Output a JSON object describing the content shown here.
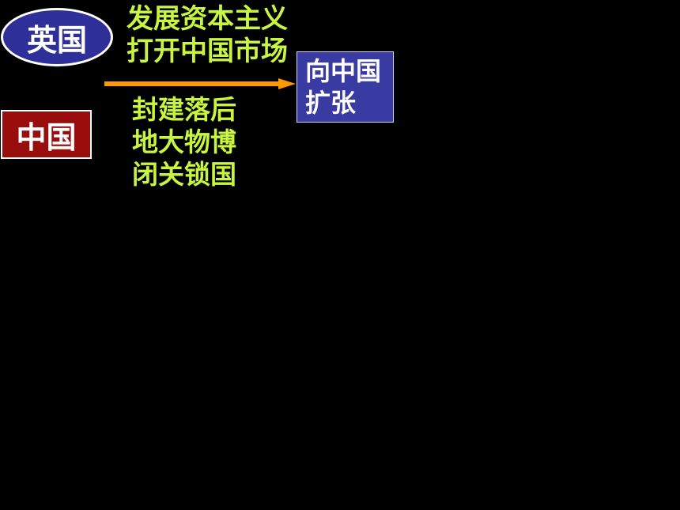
{
  "nodes": {
    "britain": {
      "label": "英国"
    },
    "china": {
      "label": "中国"
    },
    "expand": {
      "lines": [
        "向中国",
        "扩张"
      ]
    }
  },
  "britain_traits": [
    "发展资本主义",
    "打开中国市场"
  ],
  "china_traits": [
    "封建落后",
    "地大物博",
    "闭关锁国"
  ],
  "colors": {
    "background": "#000000",
    "britain_fill": "#2f2f9a",
    "china_fill": "#9a0d0d",
    "expand_fill": "#3a3aa3",
    "trait_text": "#c8f540",
    "arrow": "#ff9900"
  }
}
